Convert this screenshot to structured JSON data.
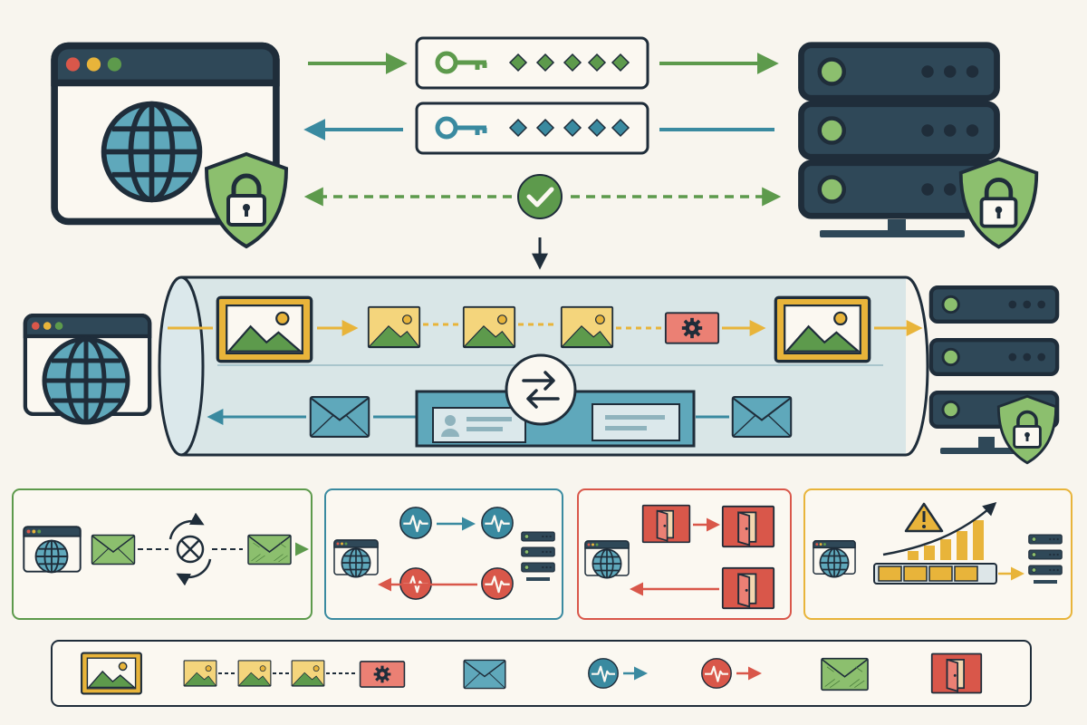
{
  "colors": {
    "background": "#f8f5ee",
    "outline": "#1f2d3a",
    "server": "#2f4858",
    "green": "#5d9a4c",
    "green_light": "#8cbf6e",
    "teal": "#3a8aa0",
    "teal_light": "#5fa8bb",
    "yellow": "#e8b43a",
    "yellow_light": "#f4d57c",
    "red": "#d9574a",
    "red_light": "#eb8074",
    "tunnel": "#cfe0e4"
  },
  "icons": [
    "browser-window",
    "globe-icon",
    "shield-lock-icon",
    "server-rack",
    "key-icon",
    "checkmark-icon",
    "image-packet",
    "gear-icon",
    "envelope-icon",
    "swap-arrows-icon",
    "pulse-icon",
    "door-exit-icon",
    "warning-icon",
    "bar-chart-growth"
  ],
  "legend": [
    "image-packet",
    "fragmented-packets-with-gear",
    "envelope",
    "teal-pulse-send",
    "red-pulse-return",
    "scrambled-envelope",
    "exit-door"
  ]
}
